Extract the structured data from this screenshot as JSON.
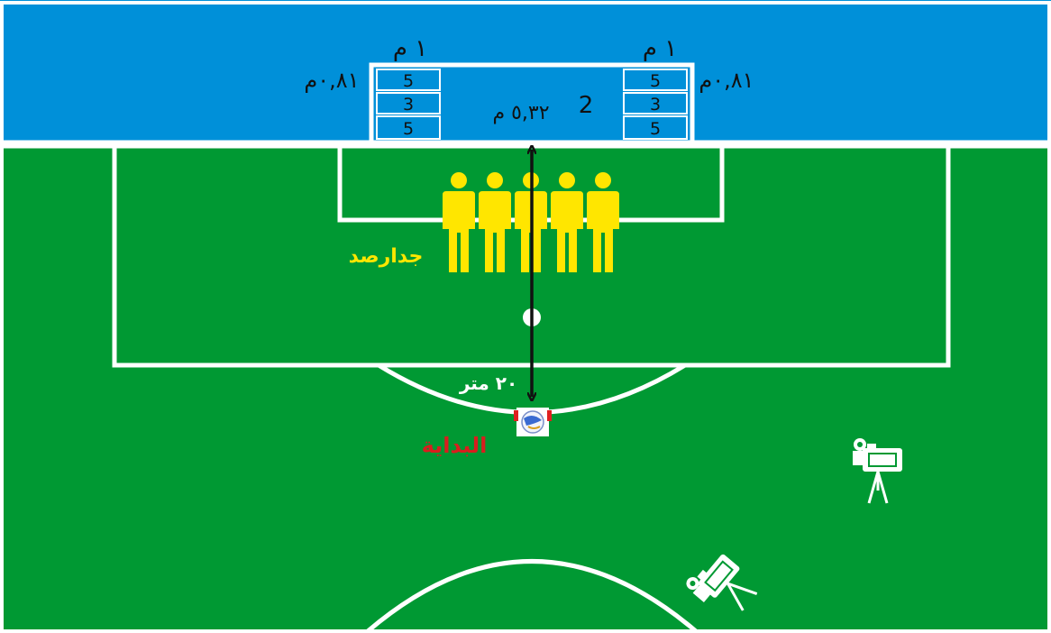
{
  "colors": {
    "sky": "#0090d9",
    "pitch": "#009933",
    "lines": "#ffffff",
    "wall": "#ffe600",
    "arrow": "#111111",
    "start_label": "#d81e1e"
  },
  "goal": {
    "left_column": {
      "cells": [
        "5",
        "3",
        "5"
      ],
      "width_label": "١ م",
      "height_label": "٠,٨١م"
    },
    "right_column": {
      "cells": [
        "5",
        "3",
        "5"
      ],
      "width_label": "١ م",
      "height_label": "٠,٨١م"
    },
    "center": {
      "number": "2",
      "width_label": "٥,٣٢ م"
    }
  },
  "labels": {
    "wall": "جدارصد",
    "distance": "٢٠ متر",
    "start": "البداية"
  },
  "icons": {
    "wall_player": "person-silhouette-icon",
    "ball": "ball-icon",
    "camera": "video-camera-icon"
  },
  "wall_players_count": 5
}
